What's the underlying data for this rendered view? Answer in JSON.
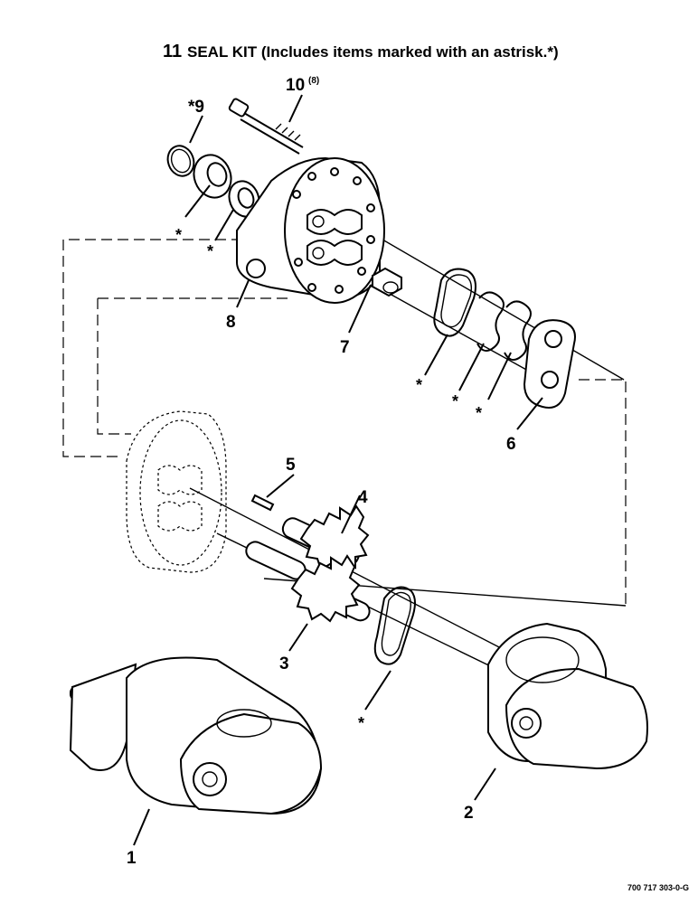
{
  "diagram": {
    "title": "SEAL KIT (Includes items marked with an astrisk.*)",
    "title_number": "11",
    "drawing_number": "700 717 303-0-G",
    "callouts": {
      "item_1": "1",
      "item_2": "2",
      "item_3": "3",
      "item_4": "4",
      "item_5": "5",
      "item_6": "6",
      "item_7": "7",
      "item_8": "8",
      "item_9": "*9",
      "item_10": "10",
      "item_10_qty": "(8)"
    },
    "asterisk": "*"
  }
}
